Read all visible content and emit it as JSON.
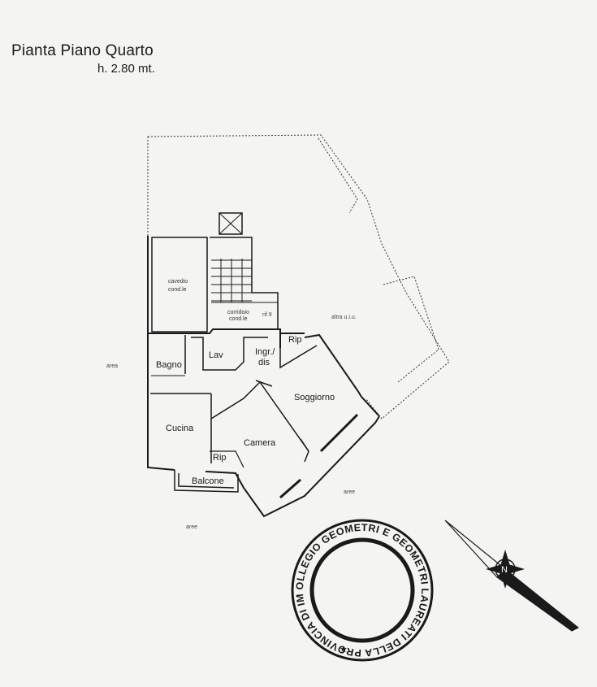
{
  "header": {
    "title": "Pianta Piano Quarto",
    "height": "h. 2.80 mt."
  },
  "rooms": {
    "cavedio_line1": "cavedio",
    "cavedio_line2": "cond.le",
    "corridoio_line1": "corridoio",
    "corridoio_line2": "cond.le",
    "ref_mark": "rif.9",
    "altra_uiu": "altra u.i.u.",
    "rip_top": "Rip",
    "ingr_line1": "Ingr./",
    "ingr_line2": "dis",
    "lav": "Lav",
    "bagno": "Bagno",
    "soggiorno": "Soggiorno",
    "cucina": "Cucina",
    "camera": "Camera",
    "rip_bottom": "Rip",
    "balcone": "Balcone"
  },
  "outside": {
    "aree_left": "area",
    "aree_right": "aree",
    "aree_bottom": "aree"
  },
  "stamp": {
    "text": "COLLEGIO GEOMETRI E GEOMETRI LAUREATI DELLA PROVINCIA DI IMPERIA",
    "star": "★"
  },
  "compass": {
    "north_icon": "north-arrow-icon"
  }
}
